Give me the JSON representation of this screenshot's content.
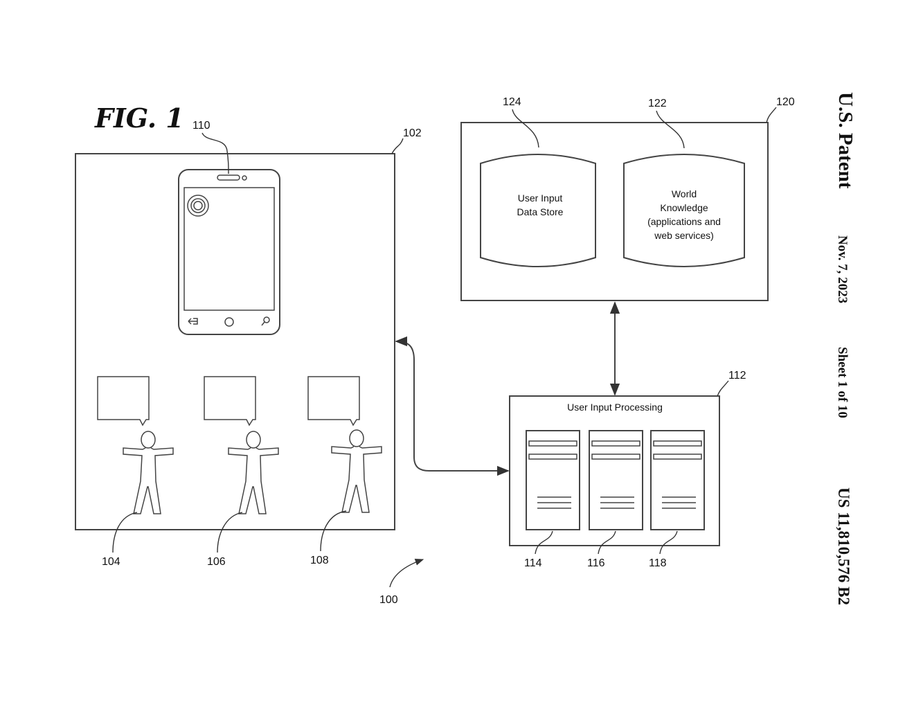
{
  "figure": {
    "title": "FIG. 1",
    "system_ref": "100"
  },
  "header": {
    "publisher": "U.S. Patent",
    "date": "Nov. 7, 2023",
    "sheet": "Sheet 1 of 10",
    "patent_number": "US 11,810,576 B2"
  },
  "environment": {
    "ref": "102",
    "device_ref": "110",
    "users": [
      {
        "ref": "104"
      },
      {
        "ref": "106"
      },
      {
        "ref": "108"
      }
    ]
  },
  "processing": {
    "ref": "112",
    "title": "User Input Processing",
    "servers": [
      {
        "ref": "114"
      },
      {
        "ref": "116"
      },
      {
        "ref": "118"
      }
    ]
  },
  "storage": {
    "ref": "120",
    "user_input_store": {
      "ref": "124",
      "lines": [
        "User Input",
        "Data Store"
      ]
    },
    "world_knowledge": {
      "ref": "122",
      "lines": [
        "World",
        "Knowledge",
        "(applications and",
        "web services)"
      ]
    }
  }
}
